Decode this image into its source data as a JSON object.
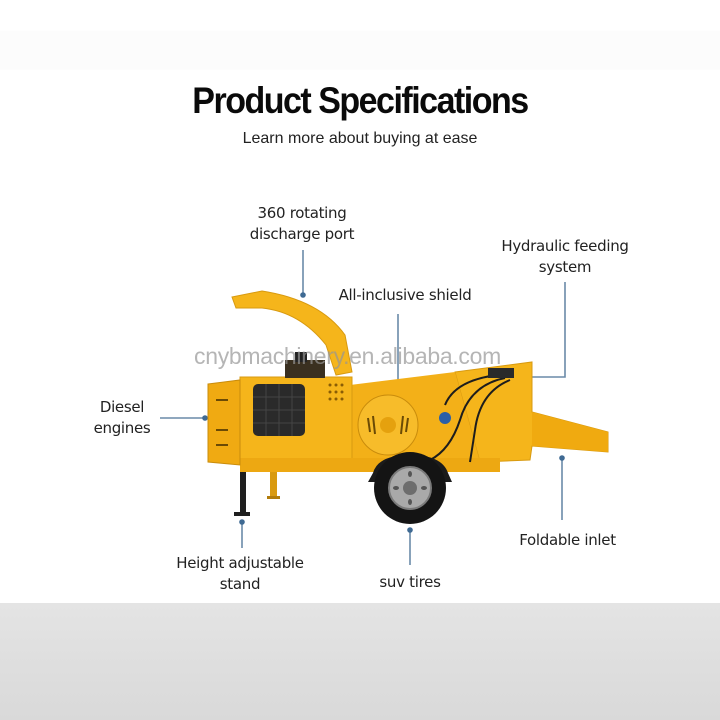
{
  "header": {
    "title": "Product Specifications",
    "subtitle": "Learn more about buying at ease"
  },
  "watermark": "cnybmachinery.en.alibaba.com",
  "product": {
    "name": "wood chipper",
    "body_color": "#f5b51b",
    "callout_line_color": "#6a8aa8"
  },
  "callouts": [
    {
      "id": "discharge-port",
      "line1": "360 rotating",
      "line2": "discharge port"
    },
    {
      "id": "shield",
      "line1": "All-inclusive shield"
    },
    {
      "id": "hydraulic-feeding",
      "line1": "Hydraulic feeding",
      "line2": "system"
    },
    {
      "id": "diesel-engines",
      "line1": "Diesel",
      "line2": "engines"
    },
    {
      "id": "height-stand",
      "line1": "Height adjustable",
      "line2": "stand"
    },
    {
      "id": "suv-tires",
      "line1": "suv tires"
    },
    {
      "id": "foldable-inlet",
      "line1": "Foldable inlet"
    }
  ]
}
